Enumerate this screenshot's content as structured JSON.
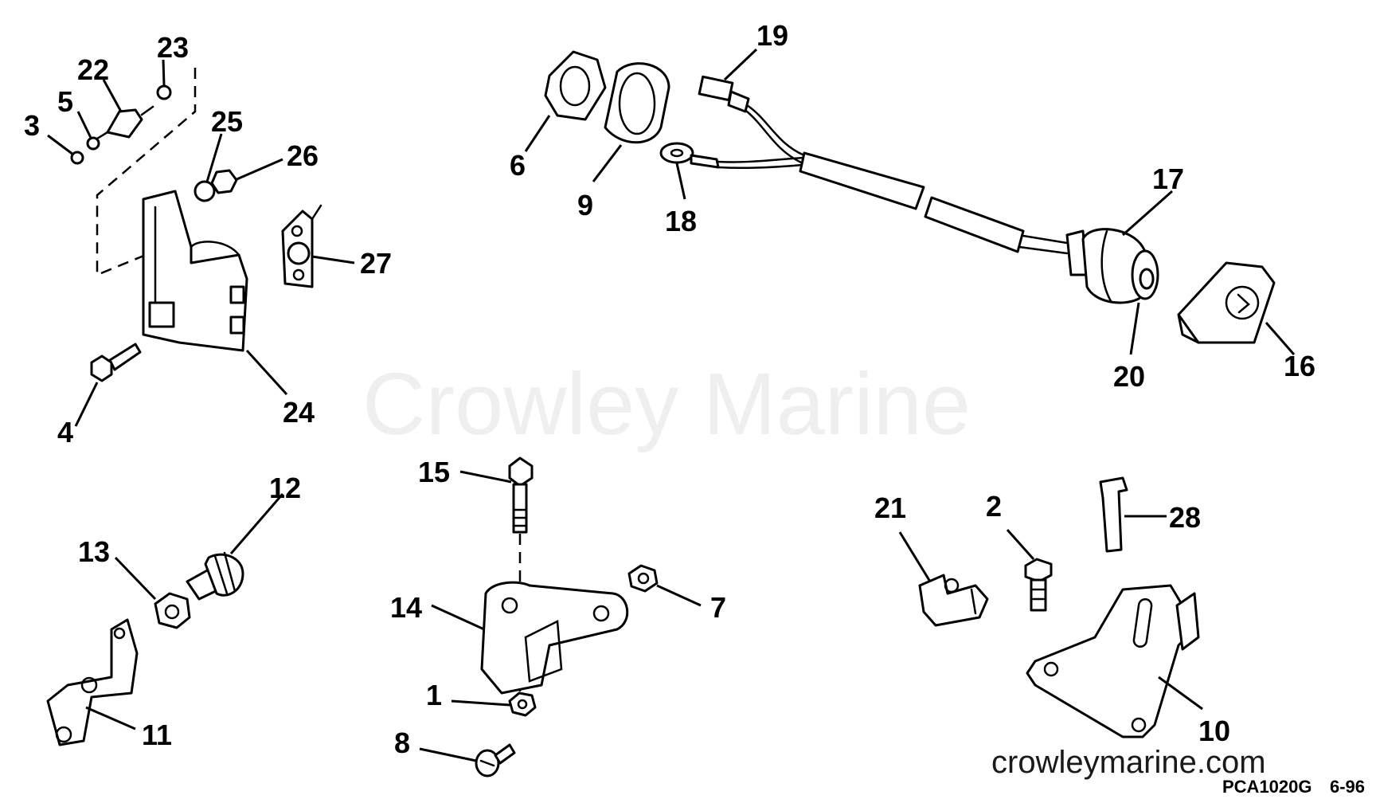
{
  "diagram": {
    "watermark": "Crowley Marine",
    "website": "crowleymarine.com",
    "figure_code": "PCA1020G",
    "date_code": "6-96",
    "callouts": {
      "c1": "1",
      "c2": "2",
      "c3": "3",
      "c4": "4",
      "c5": "5",
      "c6": "6",
      "c7": "7",
      "c8": "8",
      "c9": "9",
      "c10": "10",
      "c11": "11",
      "c12": "12",
      "c13": "13",
      "c14": "14",
      "c15": "15",
      "c16": "16",
      "c17": "17",
      "c18": "18",
      "c19": "19",
      "c20": "20",
      "c21": "21",
      "c22": "22",
      "c23": "23",
      "c24": "24",
      "c25": "25",
      "c26": "26",
      "c27": "27",
      "c28": "28"
    }
  }
}
